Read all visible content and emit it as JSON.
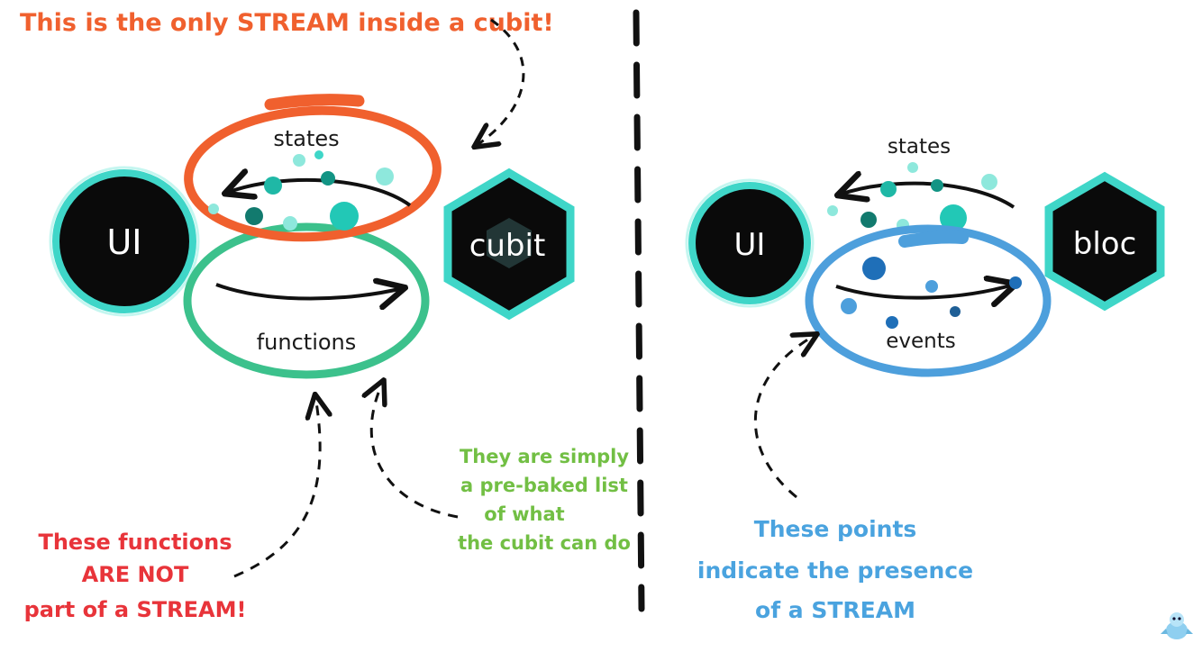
{
  "left": {
    "top_annotation": "This is the only STREAM inside a cubit!",
    "ui_label": "UI",
    "cubit_label": "cubit",
    "states_label": "states",
    "functions_label": "functions",
    "note_functions": [
      "These functions",
      "ARE NOT",
      "part of a STREAM!"
    ],
    "note_prebaked": [
      "They are simply",
      "a pre-baked list",
      "of what",
      "the cubit can do"
    ]
  },
  "right": {
    "ui_label": "UI",
    "bloc_label": "bloc",
    "states_label": "states",
    "events_label": "events",
    "note_points": [
      "These points",
      "indicate the presence",
      "of a STREAM"
    ]
  },
  "colors": {
    "orange": "#f0602e",
    "green": "#3cc18c",
    "blue": "#4d9fdc",
    "note_red": "#e8343a",
    "note_green": "#72bf44",
    "note_blue": "#4aa3df",
    "teal": "#3fd6c8",
    "node_fill": "#0a0a0a"
  },
  "icons": {
    "mascot": "bird-mascot-icon"
  }
}
